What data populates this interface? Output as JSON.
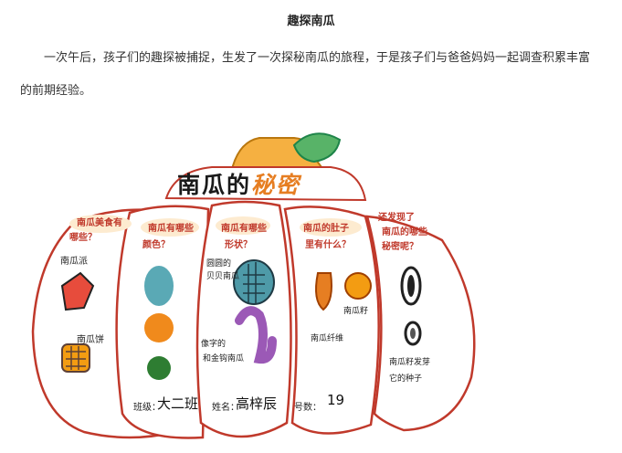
{
  "article": {
    "title": "趣探南瓜",
    "paragraph": "一次午后，孩子们的趣探被捕捉，生发了一次探秘南瓜的旅程，于是孩子们与爸爸妈妈一起调查积累丰富的前期经验。"
  },
  "poster": {
    "title_main": "南瓜的",
    "title_accent": "秘密",
    "sections": [
      {
        "heading_line1": "南瓜美食有",
        "heading_line2": "哪些？",
        "items": [
          "南瓜派",
          "南瓜饼"
        ]
      },
      {
        "heading_line1": "南瓜有哪些",
        "heading_line2": "颜色？",
        "items": []
      },
      {
        "heading_line1": "南瓜有哪些",
        "heading_line2": "形状？",
        "items": [
          "圆圆的",
          "贝贝南瓜",
          "像字的",
          "和金钩南瓜"
        ]
      },
      {
        "heading_line1": "南瓜的肚子",
        "heading_line2": "里有什么？",
        "items": [
          "南瓜籽",
          "南瓜纤维"
        ]
      },
      {
        "heading_line1": "还发现了",
        "heading_line2": "南瓜的哪些",
        "heading_line3": "秘密呢？",
        "items": [
          "南瓜籽发芽",
          "它的种子"
        ]
      }
    ],
    "footer": {
      "class_label": "班级：",
      "class_value": "大二班",
      "name_label": "姓名：",
      "name_value": "高梓辰",
      "number_label": "号数：",
      "number_value": "19"
    }
  },
  "colors": {
    "outline": "#c0392b",
    "stem": "#f39c12",
    "leaf": "#27ae60",
    "teal": "#5aa9b5",
    "orange": "#f08a1c",
    "green": "#2e7d32",
    "purple": "#9b59b6"
  }
}
